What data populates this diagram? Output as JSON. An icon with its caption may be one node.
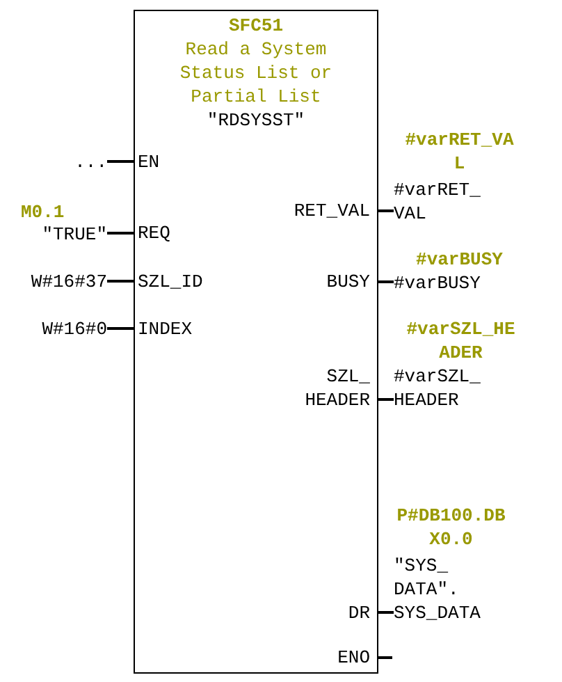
{
  "diagram": {
    "nodes": [
      {
        "text": [
          "SFC51",
          "Read a System Status List or Partial List",
          "\"RDSYSST\""
        ]
      },
      {
        "text": [
          "EN"
        ],
        "in": 0
      },
      {
        "text": [
          "REQ"
        ],
        "in": 0
      },
      {
        "text": [
          "SZL_ID"
        ],
        "in": 0
      },
      {
        "text": [
          "INDEX"
        ],
        "in": 0
      },
      {
        "text": [
          "RET_VAL"
        ],
        "in": 0
      },
      {
        "text": [
          "BUSY"
        ],
        "in": 0
      },
      {
        "text": [
          "SZL_HEADER"
        ],
        "in": 0
      },
      {
        "text": [
          "DR"
        ],
        "in": 0
      },
      {
        "text": [
          "ENO"
        ],
        "in": 0
      },
      {
        "text": [
          "..."
        ]
      },
      {
        "text": [
          "\"TRUE\""
        ],
        "beside": [
          "M0.1"
        ]
      },
      {
        "text": [
          "W#16#37"
        ]
      },
      {
        "text": [
          "W#16#0"
        ]
      },
      {
        "text": [
          "#varRET_VAL"
        ],
        "beside": [
          "#varRET_VAL"
        ]
      },
      {
        "text": [
          "#varBUSY"
        ],
        "beside": [
          "#varBUSY"
        ]
      },
      {
        "text": [
          "#varSZL_HEADER"
        ],
        "beside": [
          "#varSZL_HEADER"
        ]
      },
      {
        "text": [
          "\"SYS_DATA\".SYS_DATA"
        ],
        "beside": [
          "P#DB100.DBX0.0"
        ]
      }
    ],
    "edges": [
      {
        "from": 10,
        "to": 1,
        "arrow": "none"
      },
      {
        "from": 11,
        "to": 2,
        "arrow": "none"
      },
      {
        "from": 12,
        "to": 3,
        "arrow": "none"
      },
      {
        "from": 13,
        "to": 4,
        "arrow": "none"
      },
      {
        "from": 5,
        "to": 14,
        "arrow": "none"
      },
      {
        "from": 6,
        "to": 15,
        "arrow": "none"
      },
      {
        "from": 7,
        "to": 16,
        "arrow": "none"
      },
      {
        "from": 8,
        "to": 17,
        "arrow": "none"
      },
      {
        "from": 9,
        "to": null,
        "arrow": "none"
      }
    ]
  }
}
